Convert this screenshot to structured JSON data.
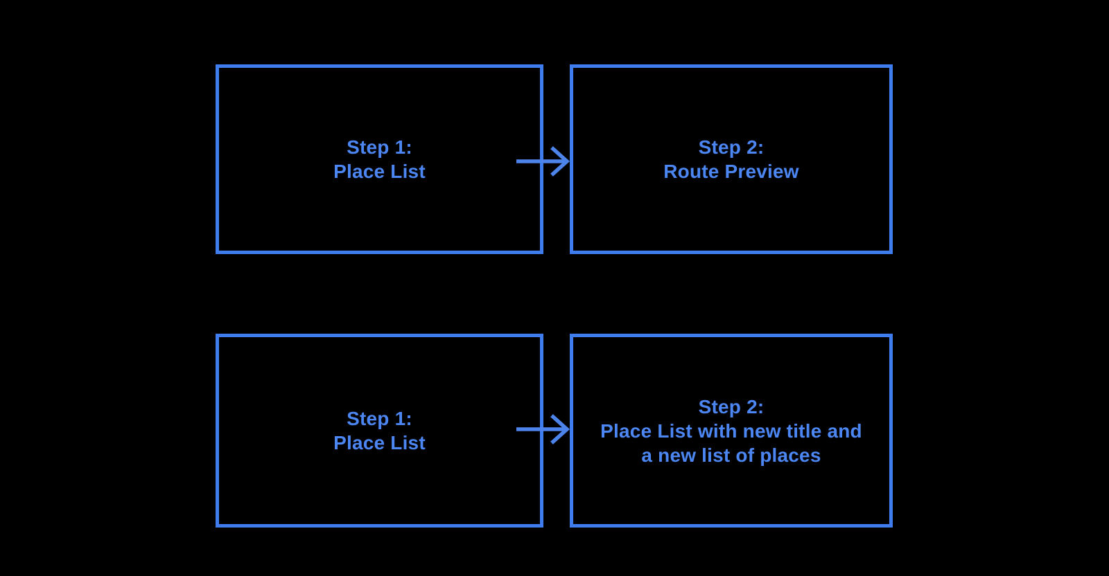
{
  "page": {
    "background_color": "#000000"
  },
  "diagram": {
    "type": "flowchart",
    "stroke_color": "#3f7def",
    "text_color": "#4c86f2",
    "arrow_color": "#4c84ec",
    "rows": [
      {
        "connector": "arrow-right",
        "source": {
          "lines": [
            "Step 1:",
            "Place List"
          ]
        },
        "target": {
          "lines": [
            "Step 2:",
            "Route Preview"
          ]
        }
      },
      {
        "connector": "arrow-right",
        "source": {
          "lines": [
            "Step 1:",
            "Place List"
          ]
        },
        "target": {
          "lines": [
            "Step 2:",
            "Place List with new title and",
            "a new list of places"
          ]
        }
      }
    ]
  }
}
